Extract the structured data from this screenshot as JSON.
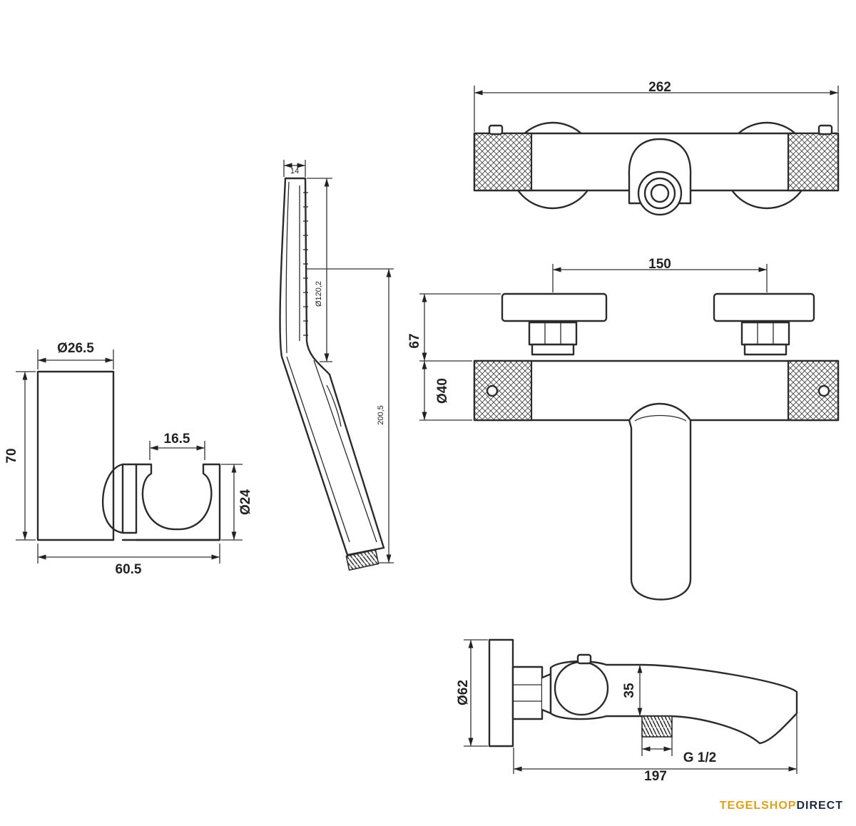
{
  "dimensions": {
    "holder": {
      "diameter_top": "Ø26.5",
      "height": "70",
      "clip_width": "16.5",
      "clip_diameter": "Ø24",
      "depth": "60.5"
    },
    "hand_shower": {
      "neck_width": "14",
      "head_diameter": "Ø120,2",
      "length": "200,5"
    },
    "mixer_top": {
      "overall_width": "262"
    },
    "mixer_front": {
      "centers": "150",
      "height_to_body": "67",
      "body_diameter": "Ø40"
    },
    "mixer_side": {
      "handle_diameter": "Ø62",
      "spout_offset": "35",
      "thread": "G 1/2",
      "projection": "197"
    }
  },
  "brand": {
    "part1": "TEGELSHOP",
    "part2": "DIRECT",
    "color_accent": "#d8a21f",
    "color_dark": "#1e2a44"
  }
}
